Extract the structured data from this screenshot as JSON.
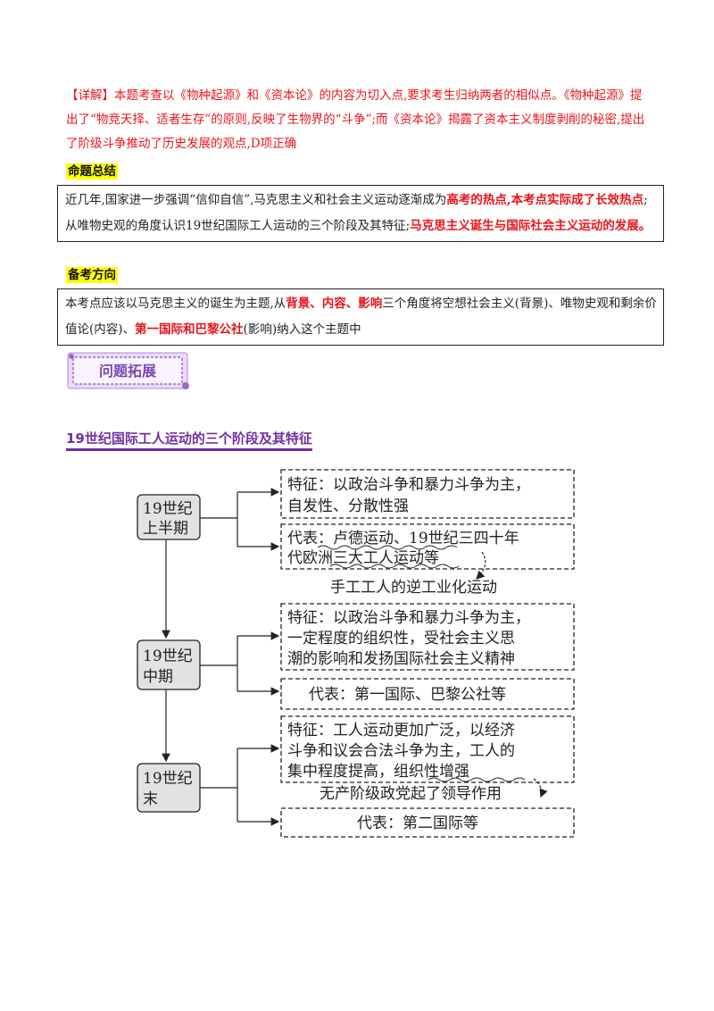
{
  "detail": {
    "bracket": "【详解】",
    "text": "本题考查以《物种起源》和《资本论》的内容为切入点,要求考生归纳两者的相似点。《物种起源》提出了“物竞天择、适者生存”的原则,反映了生物界的“斗争”;而《资本论》揭露了资本主义制度剥削的秘密,提出了阶级斗争推动了历史发展的观点,D项正确"
  },
  "summary": {
    "heading": "命题总结",
    "t1": "近几年,国家进一步强调“信仰自信”,马克思主义和社会主义运动逐渐成为",
    "b1": "高考的热点,本考点实际成了长效热点",
    "t2": ";从唯物史观的角度认识19世纪国际工人运动的三个阶段及其特征;",
    "b2": "马克思主义诞生与国际社会主义运动的发展。"
  },
  "direction": {
    "heading": "备考方向",
    "t1": "本考点应该以马克思主义的诞生为主题,从",
    "b1": "背景、内容、影响",
    "t2": "三个角度将空想社会主义(背景)、唯物史观和剩余价值论(内容)、",
    "b2": "第一国际和巴黎公社",
    "t3": "(影响)纳入这个主题中"
  },
  "banner": {
    "label": "问题拓展"
  },
  "section_title": "19世纪国际工人运动的三个阶段及其特征",
  "diagram": {
    "stages": [
      {
        "line1": "19世纪",
        "line2": "上半期"
      },
      {
        "line1": "19世纪",
        "line2": "中期"
      },
      {
        "line1": "19世纪",
        "line2": "末"
      }
    ],
    "s1_feature": {
      "l1": "特征：以政治斗争和暴力斗争为主，",
      "l2": "自发性、分散性强"
    },
    "s1_rep": {
      "l1": "代表：卢德运动、19世纪三四十年",
      "l2": "代欧洲三大工人运动等"
    },
    "s1_note": "手工工人的逆工业化运动",
    "s2_feature": {
      "l1": "特征：以政治斗争和暴力斗争为主，",
      "l2": "一定程度的组织性，受社会主义思",
      "l3": "潮的影响和发扬国际社会主义精神"
    },
    "s2_rep": "代表：第一国际、巴黎公社等",
    "s3_feature": {
      "l1": "特征：工人运动更加广泛，以经济",
      "l2": "斗争和议会合法斗争为主，工人的",
      "l3": "集中程度提高，组织性增强"
    },
    "s3_note": "无产阶级政党起了领导作用",
    "s3_rep": "代表：第二国际等"
  }
}
